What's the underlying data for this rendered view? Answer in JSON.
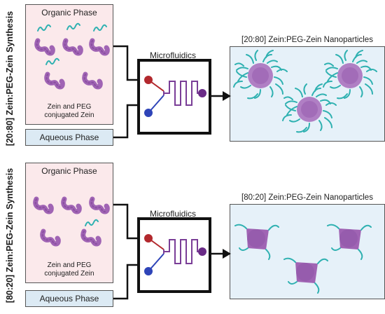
{
  "panels": [
    {
      "side_label": "[20:80] Zein:PEG-Zein Synthesis",
      "organic_title": "Organic Phase",
      "organic_caption": "Zein and PEG\nconjugated Zein",
      "aqueous_label": "Aqueous Phase",
      "microfluidics_label": "Microfluidics",
      "nanoparticles_title": "[20:80] Zein:PEG-Zein Nanoparticles"
    },
    {
      "side_label": "[80:20] Zein:PEG-Zein Synthesis",
      "organic_title": "Organic Phase",
      "organic_caption": "Zein and PEG\nconjugated Zein",
      "aqueous_label": "Aqueous Phase",
      "microfluidics_label": "Microfluidics",
      "nanoparticles_title": "[80:20] Zein:PEG-Zein Nanoparticles"
    }
  ],
  "colors": {
    "organic_fill": "#fbe9eb",
    "aqueous_fill": "#dceaf4",
    "nanoparticle_fill": "#e6f1f9",
    "protein": "#a064b4",
    "peg_chain": "#2fb1b1",
    "inlet_top": "#b2282d",
    "inlet_bottom": "#2e44b8",
    "outlet": "#6a2b87",
    "channel": "#7a3e97"
  },
  "icons": [
    "zein-protein-icon",
    "peg-chain-icon",
    "microfluidic-chip-icon",
    "nanoparticle-icon",
    "arrow-icon"
  ]
}
